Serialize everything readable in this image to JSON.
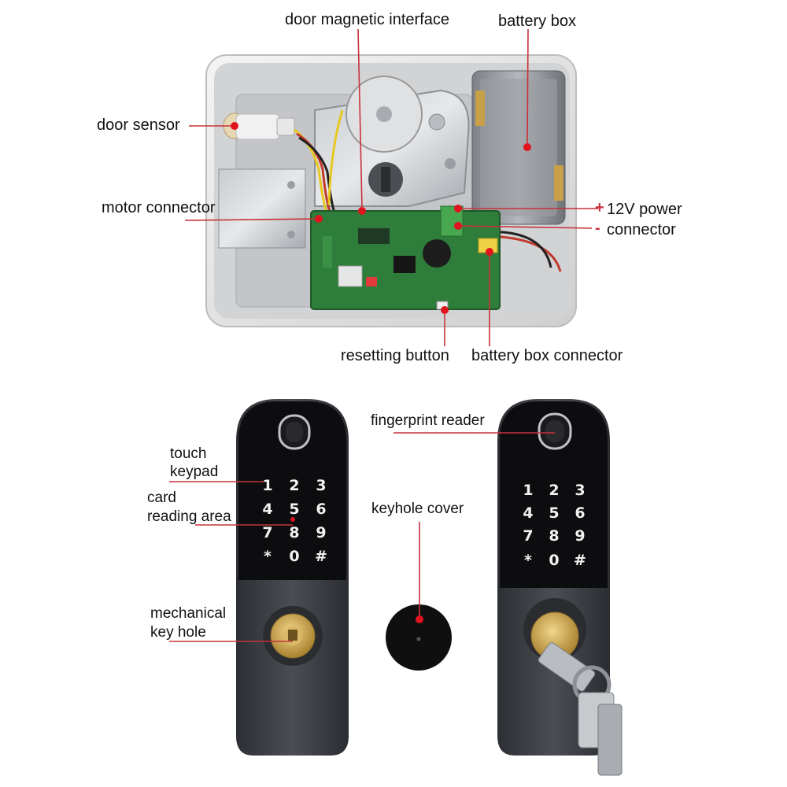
{
  "top_labels": {
    "door_magnetic_interface": "door magnetic interface",
    "battery_box": "battery box",
    "door_sensor": "door sensor",
    "motor_connector": "motor connector",
    "power_plus": "+",
    "power_12v": "12V power",
    "power_minus": "-",
    "power_connector": "connector",
    "resetting_button": "resetting button",
    "battery_box_connector": "battery box connector"
  },
  "bottom_labels": {
    "touch": "touch",
    "keypad": "keypad",
    "card": "card",
    "reading_area": "reading area",
    "mechanical": "mechanical",
    "key_hole": "key hole",
    "fingerprint_reader": "fingerprint reader",
    "keyhole_cover": "keyhole cover"
  },
  "keypad_keys": [
    "1",
    "2",
    "3",
    "4",
    "5",
    "6",
    "7",
    "8",
    "9",
    "*",
    "0",
    "#"
  ],
  "colors": {
    "marker": "#e0141e",
    "leader_line": "#c8323a",
    "lock_body": "#3a3d42",
    "keypad_panel": "#0d0d0f",
    "housing": "#d8d8d8",
    "pcb": "#2f7d3a",
    "brass": "#c9a04a"
  }
}
